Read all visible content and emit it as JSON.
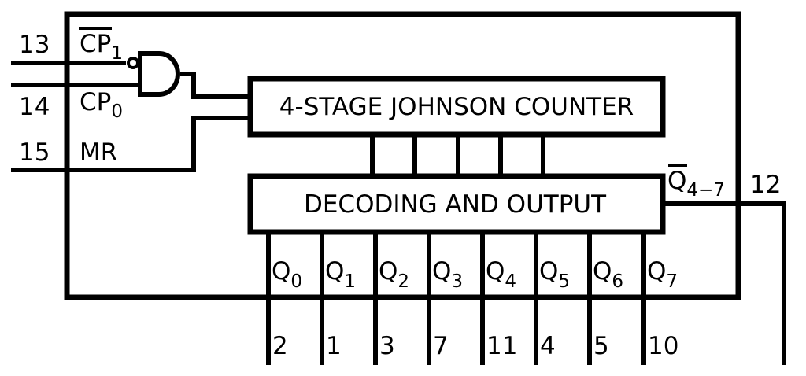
{
  "inputs": [
    {
      "pin": "13",
      "label": "CP",
      "sub": "1",
      "overbar": true
    },
    {
      "pin": "14",
      "label": "CP",
      "sub": "0",
      "overbar": false
    },
    {
      "pin": "15",
      "label": "MR",
      "sub": "",
      "overbar": false
    }
  ],
  "counter_label": "4-STAGE JOHNSON COUNTER",
  "decoder_label": "DECODING AND OUTPUT",
  "outputs": [
    {
      "label": "Q",
      "sub": "0",
      "pin": "2"
    },
    {
      "label": "Q",
      "sub": "1",
      "pin": "1"
    },
    {
      "label": "Q",
      "sub": "2",
      "pin": "3"
    },
    {
      "label": "Q",
      "sub": "3",
      "pin": "7"
    },
    {
      "label": "Q",
      "sub": "4",
      "pin": "11"
    },
    {
      "label": "Q",
      "sub": "5",
      "pin": "4"
    },
    {
      "label": "Q",
      "sub": "6",
      "pin": "5"
    },
    {
      "label": "Q",
      "sub": "7",
      "pin": "10"
    }
  ],
  "carry_out": {
    "label": "Q",
    "sub": "4−7",
    "pin": "12",
    "overbar": true
  }
}
